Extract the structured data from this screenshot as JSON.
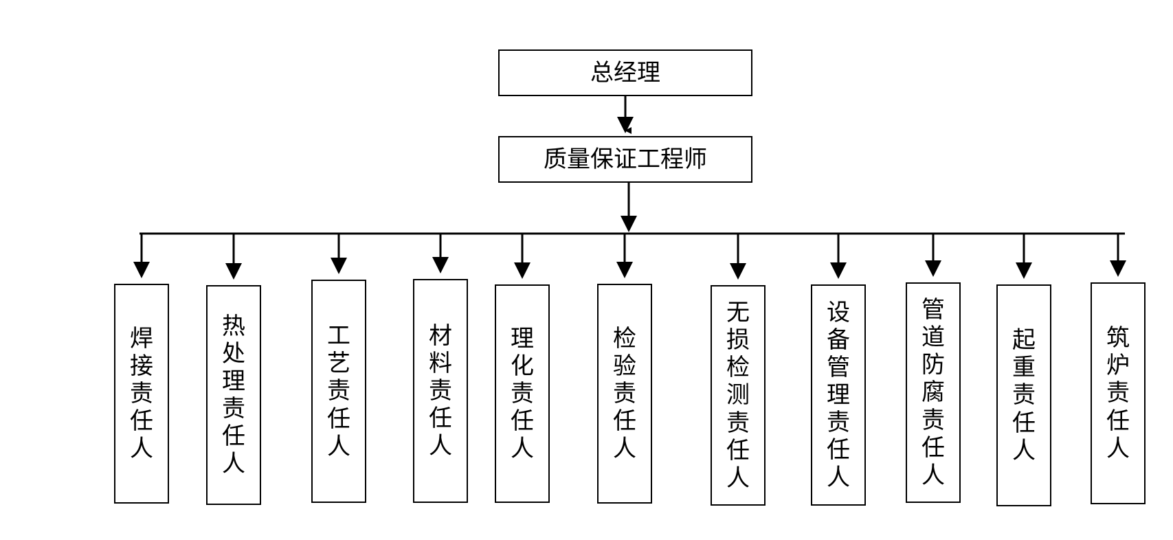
{
  "org_chart": {
    "top": {
      "label": "总经理"
    },
    "middle": {
      "label": "质量保证工程师"
    },
    "roles": [
      {
        "label": "焊接责任人"
      },
      {
        "label": "热处理责任人"
      },
      {
        "label": "工艺责任人"
      },
      {
        "label": "材料责任人"
      },
      {
        "label": "理化责任人"
      },
      {
        "label": "检验责任人"
      },
      {
        "label": "无损检测责任人"
      },
      {
        "label": "设备管理责任人"
      },
      {
        "label": "管道防腐责任人"
      },
      {
        "label": "起重责任人"
      },
      {
        "label": "筑炉责任人"
      }
    ]
  }
}
